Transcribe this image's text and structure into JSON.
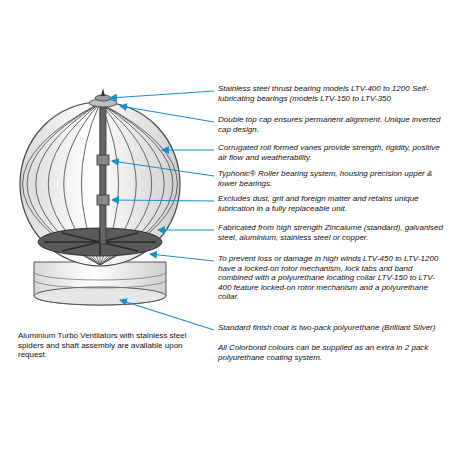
{
  "diagram": {
    "labels": [
      "Stainless steel thrust bearing models LTV-400 to 1200 Self-lubricating bearings (models LTV-150 to LTV-350",
      "Double top cap ensures permanent alignment. Unique inverted cap design.",
      "Corrugated roll formed vanes provide strength, rigidity, positive air flow and weatherability.",
      "Typhonic® Roller bearing system, housing precision upper & lower bearings.",
      "Excludes dust, grit and foreign matter and retains unique lubrication in a fully replaceable unit.",
      "Fabricated from high strength Zincalume (standard), galvanised steel, aluminium, stainless steel or copper.",
      "To prevent loss or damage in high winds LTV-450 to LTV-1200 have a locked-on rotor mechanism, lock tabs and band combined with a polyurethane locating collar LTV-150 to LTV-400 feature locked-on rotor mechanism and a polyurethane collar.",
      "Standard finish coat is two-pack polyurethane (Brilliant Silver)",
      "All Colorbond colours can be supplied as an extra in 2 pack polyurethane coating system.",
      "Aluminium Turbo Ventilators with stainless steel spiders and shaft assembly are available upon request."
    ]
  }
}
